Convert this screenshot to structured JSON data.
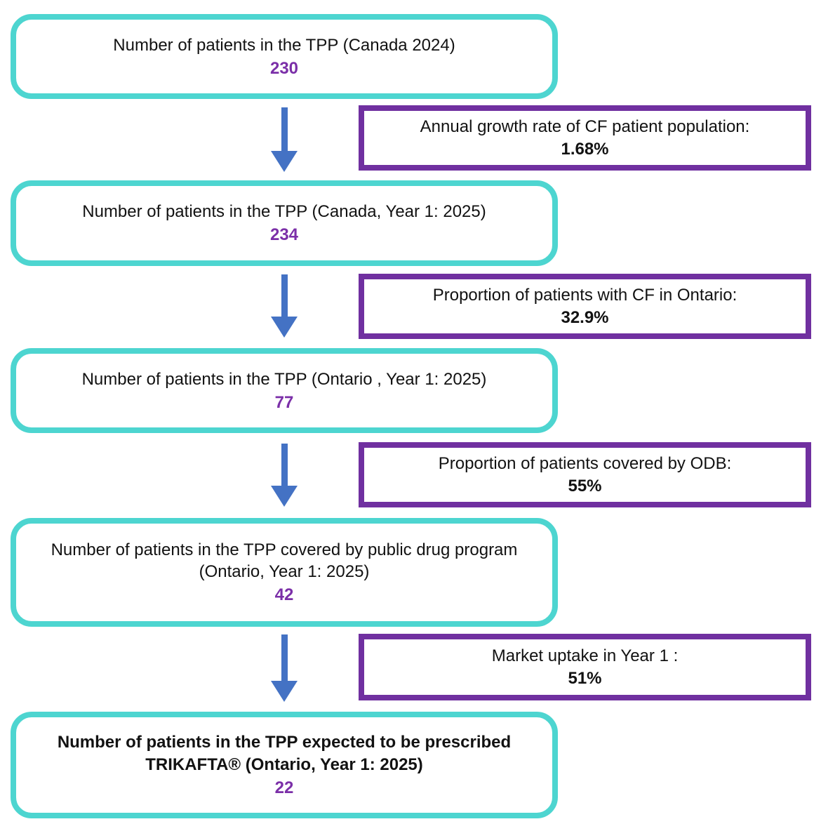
{
  "colors": {
    "teal_border": "#4DD5D0",
    "purple_border": "#7030A0",
    "purple_value": "#7B2FA8",
    "arrow_blue": "#4472C4",
    "text_black": "#121212",
    "background": "#FFFFFF"
  },
  "flow_steps": [
    {
      "label": "Number of patients in the TPP (Canada 2024)",
      "value": "230"
    },
    {
      "label": "Number of patients in the TPP (Canada, Year 1: 2025)",
      "value": "234"
    },
    {
      "label": "Number of patients in the TPP (Ontario , Year 1: 2025)",
      "value": "77"
    },
    {
      "label": "Number of patients in the TPP covered by public drug program (Ontario, Year 1: 2025)",
      "value": "42"
    },
    {
      "label": "Number of patients in the TPP expected to be prescribed TRIKAFTA® (Ontario, Year 1: 2025)",
      "value": "22"
    }
  ],
  "rate_boxes": [
    {
      "label": "Annual growth rate of CF patient population:",
      "value": "1.68%"
    },
    {
      "label": "Proportion of patients with CF in Ontario:",
      "value": "32.9%"
    },
    {
      "label": "Proportion of patients covered by ODB:",
      "value": "55%"
    },
    {
      "label": "Market uptake in Year 1 :",
      "value": "51%"
    }
  ]
}
